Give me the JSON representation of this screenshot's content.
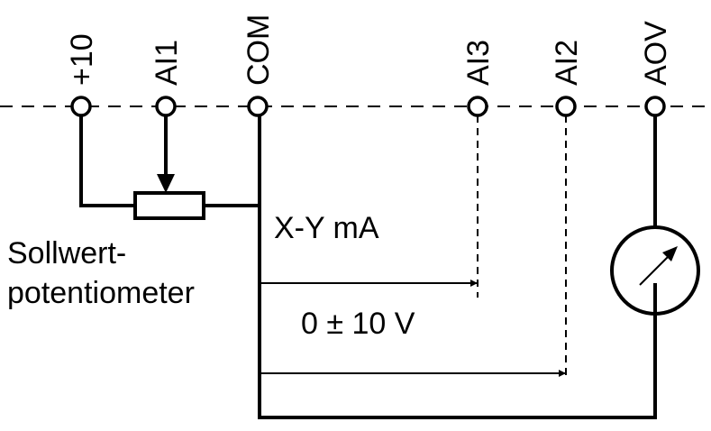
{
  "terminals": [
    {
      "id": "t10",
      "label": "+10"
    },
    {
      "id": "ai1",
      "label": "AI1"
    },
    {
      "id": "com",
      "label": "COM"
    },
    {
      "id": "ai3",
      "label": "AI3"
    },
    {
      "id": "ai2",
      "label": "AI2"
    },
    {
      "id": "aov",
      "label": "AOV"
    }
  ],
  "labels": {
    "potentiometer_line1": "Sollwert-",
    "potentiometer_line2": "potentiometer",
    "current_signal": "X-Y mA",
    "voltage_signal": "0 ± 10 V"
  },
  "colors": {
    "line": "#000000",
    "background": "#ffffff"
  }
}
